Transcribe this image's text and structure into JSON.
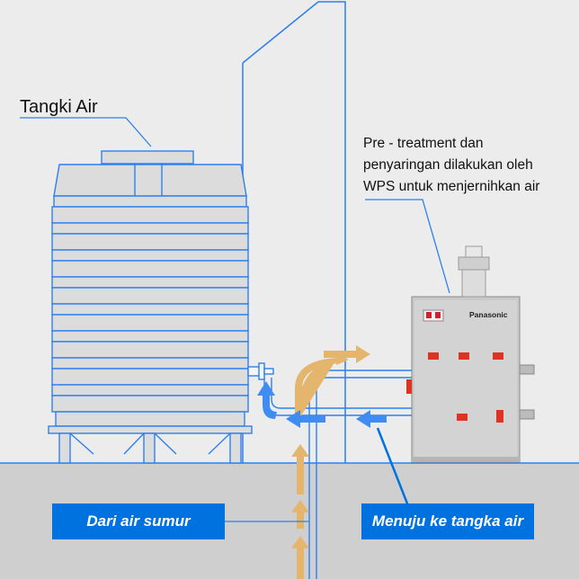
{
  "labels": {
    "tank": "Tangki Air",
    "callout": [
      "Pre - treatment dan",
      "penyaringan dilakukan oleh",
      "WPS untuk menjernihkan air"
    ],
    "from_well": "Dari air sumur",
    "to_tank": "Menuju ke tangka air",
    "brand": "Panasonic"
  },
  "colors": {
    "sky": "#ececec",
    "ground": "#cfcfcf",
    "outline_blue": "#2d7ff0",
    "tag_blue": "#0072e0",
    "arrow_gold": "#e4b56c",
    "arrow_blue": "#3f8cf2",
    "machine": "#c9c9c9"
  }
}
